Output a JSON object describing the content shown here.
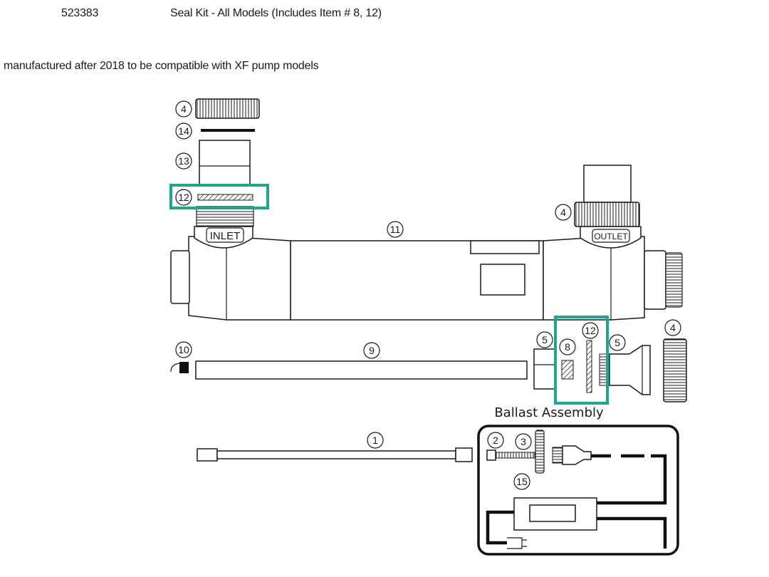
{
  "header_row": {
    "part_number": "523383",
    "description": "Seal Kit - All Models (Includes Item # 8, 12)"
  },
  "note": "manufactured after 2018 to be compatible with XF pump models",
  "diagram": {
    "port_labels": {
      "inlet": "INLET",
      "outlet": "OUTLET"
    },
    "ballast_title": "Ballast Assembly",
    "highlight_color": "#1fa58f",
    "callouts": {
      "cap_top": "4",
      "oring_top": "14",
      "sleeve_top": "13",
      "seal_top": "12",
      "chamber": "11",
      "cap_outlet": "4",
      "nut_left": "5",
      "sleeve_8": "8",
      "seal_right": "12",
      "nut_right": "5",
      "cap_right": "4",
      "clip": "10",
      "quartz": "9",
      "lamp": "1",
      "connector": "2",
      "cord": "3",
      "grommet": "15"
    }
  }
}
